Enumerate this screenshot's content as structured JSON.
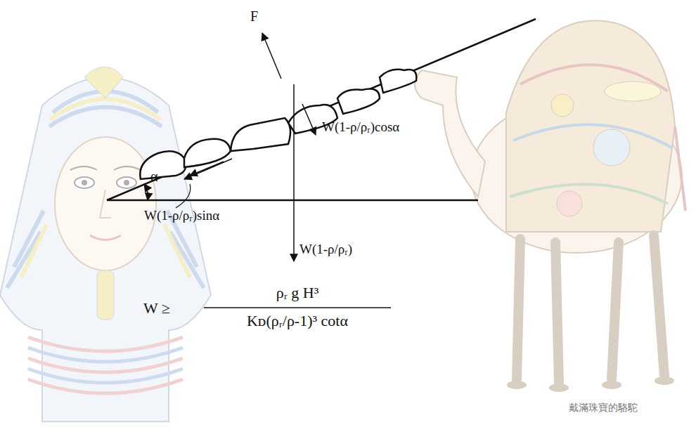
{
  "diagram": {
    "labels": [
      "F",
      "W(1-ρ/ρᵣ)cosα",
      "α",
      "W(1-ρ/ρᵣ)",
      "W(1-ρ/ρᵣ)sinα",
      "W ≥",
      "ρᵣ g H³",
      "Kᴅ(ρᵣ/ρ-1)³ cotα",
      "戴滿珠寶的駱駝"
    ]
  }
}
